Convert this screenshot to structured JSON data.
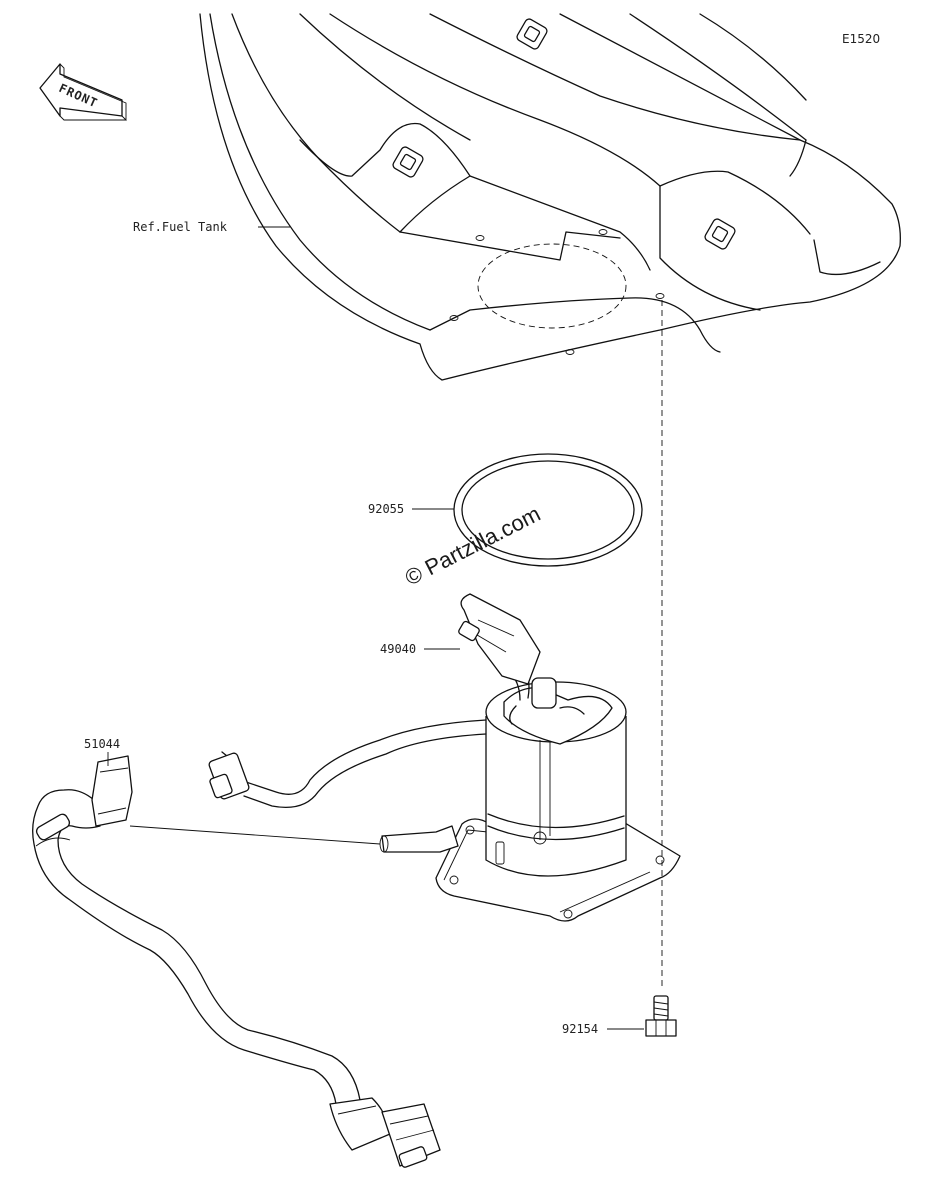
{
  "diagram_code": "E1520",
  "front_arrow_text": "FRONT",
  "watermark": "© Partzilla.com",
  "callouts": {
    "fuel_tank": "Ref.Fuel Tank",
    "gasket": "92055",
    "fuel_pump": "49040",
    "hose": "51044",
    "bolt": "92154"
  }
}
